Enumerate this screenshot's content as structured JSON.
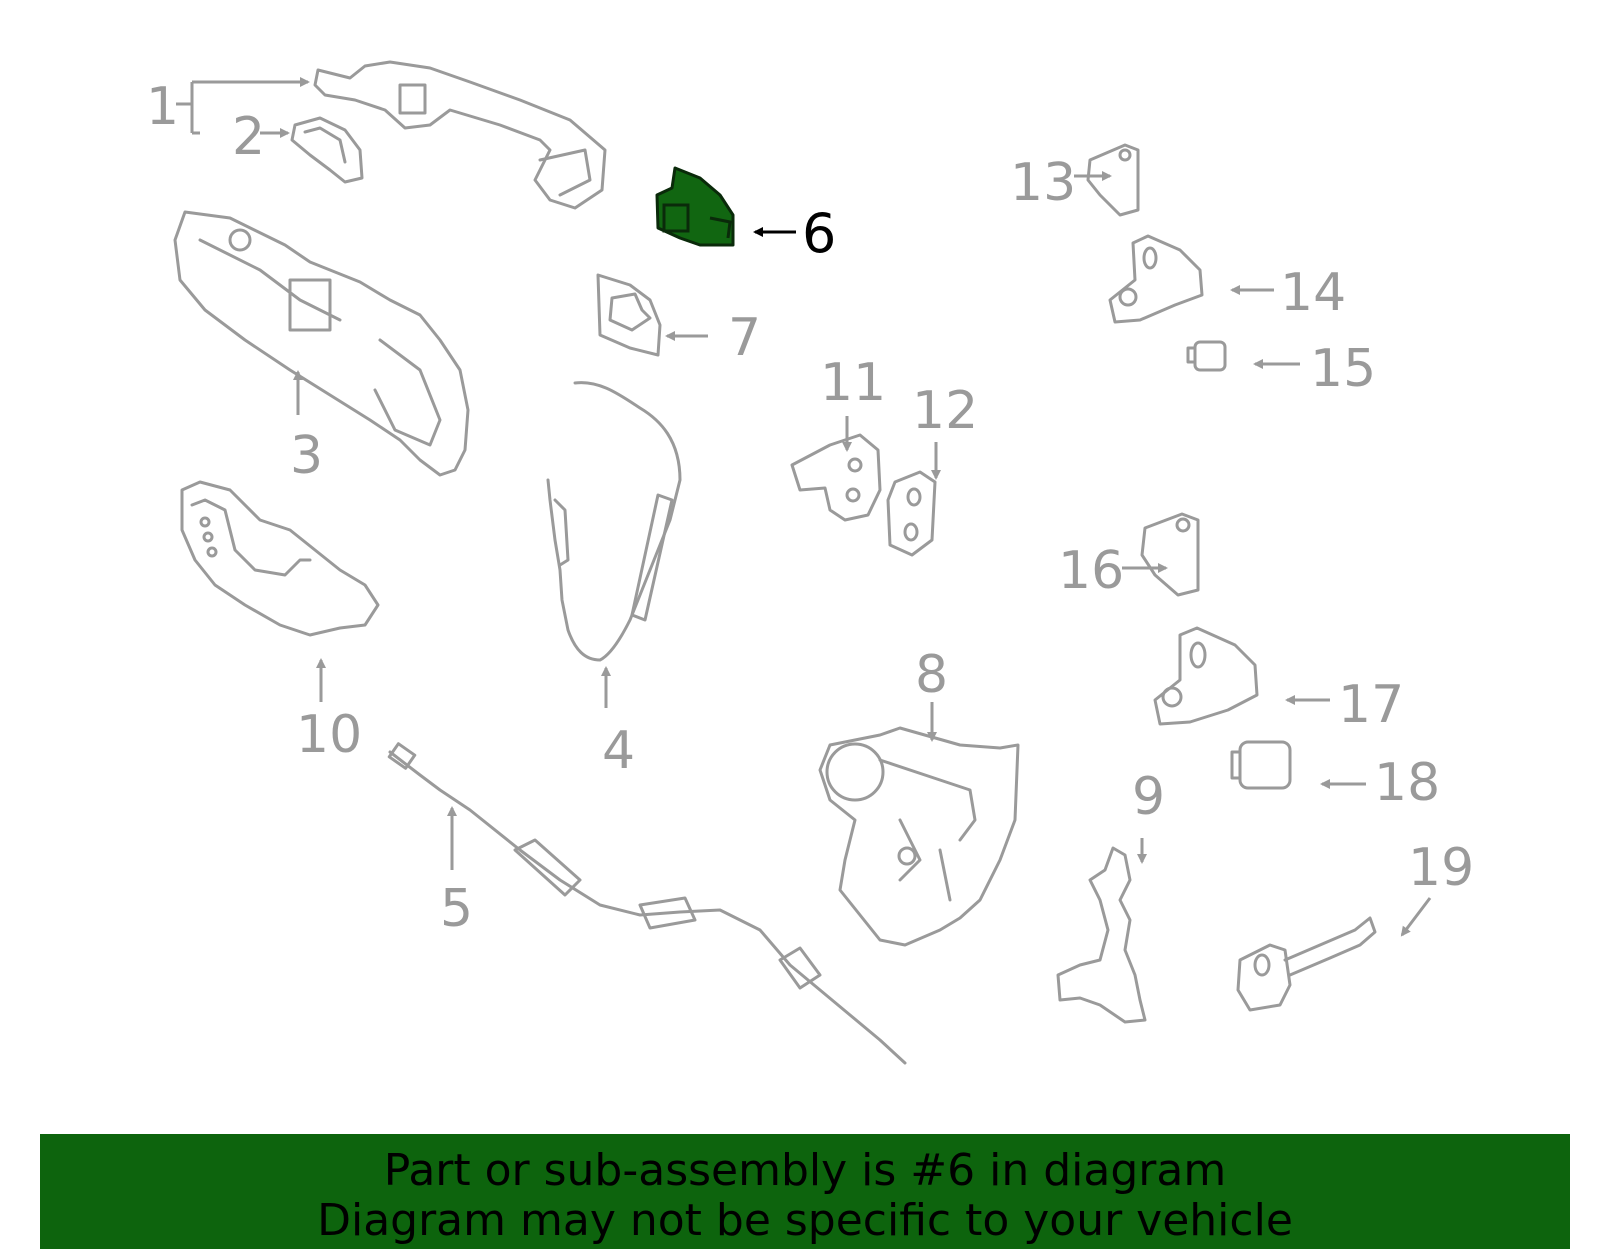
{
  "colors": {
    "outline": "#9a9a9a",
    "highlight_fill": "#116611",
    "highlight_label": "#000000",
    "banner_bg": "#0d640d",
    "banner_text": "#000000"
  },
  "diagram": {
    "highlighted_part": "6",
    "labels": [
      "1",
      "2",
      "3",
      "4",
      "5",
      "6",
      "7",
      "8",
      "9",
      "10",
      "11",
      "12",
      "13",
      "14",
      "15",
      "16",
      "17",
      "18",
      "19"
    ]
  },
  "banner": {
    "line1": "Part or sub-assembly is #6 in diagram",
    "line2": "Diagram may not be specific to your vehicle"
  }
}
